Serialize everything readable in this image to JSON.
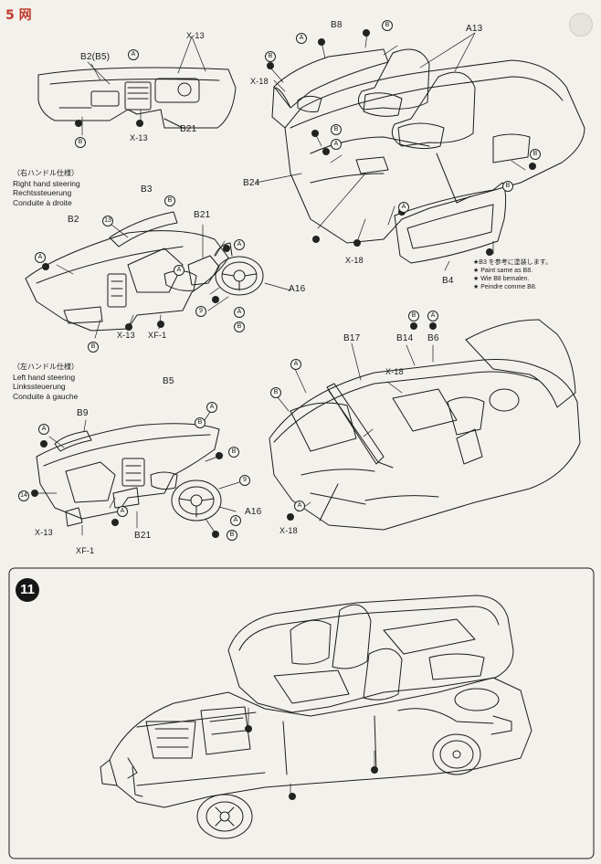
{
  "watermark": {
    "text": "5 网",
    "brand_color": "#c0392b"
  },
  "step_10": {
    "labels": {
      "x13": "X-13",
      "b2b5": "B2(B5)",
      "b21": "B21",
      "b3": "B3",
      "b2": "B2",
      "a16": "A16",
      "xf1": "XF-1",
      "b5": "B5",
      "b9": "B9",
      "b8": "B8",
      "a13": "A13",
      "b24": "B24",
      "b4": "B4",
      "b17": "B17",
      "b14": "B14",
      "b6": "B6",
      "x18": "X-18"
    },
    "markers": {
      "a": "A",
      "b": "B",
      "n13": "13",
      "n9": "9",
      "n14": "14"
    },
    "right_hand": {
      "jp": "（右ハンドル仕様）",
      "en": "Right hand steering",
      "de": "Rechtssteuerung",
      "fr": "Conduite à droite"
    },
    "left_hand": {
      "jp": "（左ハンドル仕様）",
      "en": "Left hand steering",
      "de": "Linkssteuerung",
      "fr": "Conduite à gauche"
    },
    "paint_note": {
      "jp": "★B3 を参考に塗装します。",
      "en": "★ Paint same as B8.",
      "de": "★ Wie B8 bemalen.",
      "fr": "★ Peindre comme B8."
    }
  },
  "step_11": {
    "number": "11"
  }
}
